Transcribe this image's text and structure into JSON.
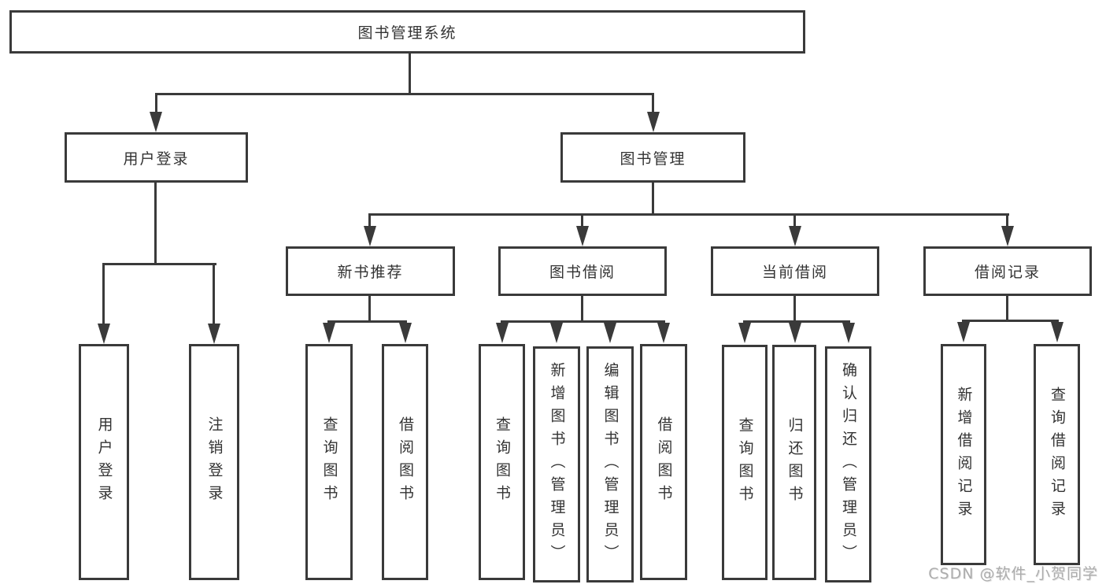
{
  "watermark": "CSDN @软件_小贺同学",
  "nodes": {
    "root": "图书管理系统",
    "userLogin": "用户登录",
    "bookMgmt": "图书管理",
    "newBookRec": "新书推荐",
    "bookBorrow": "图书借阅",
    "currentBorrow": "当前借阅",
    "borrowRecord": "借阅记录",
    "leafUserLogin": "用户登录",
    "leafLogout": "注销登录",
    "leafQueryBook1": "查询图书",
    "leafBorrowBook1": "借阅图书",
    "leafQueryBook2": "查询图书",
    "leafAddBook": "新增图书（管理员）",
    "leafEditBook": "编辑图书（管理员）",
    "leafBorrowBook2": "借阅图书",
    "leafQueryBook3": "查询图书",
    "leafReturnBook": "归还图书",
    "leafConfirmReturn": "确认归还（管理员）",
    "leafAddRecord": "新增借阅记录",
    "leafQueryRecord": "查询借阅记录"
  }
}
